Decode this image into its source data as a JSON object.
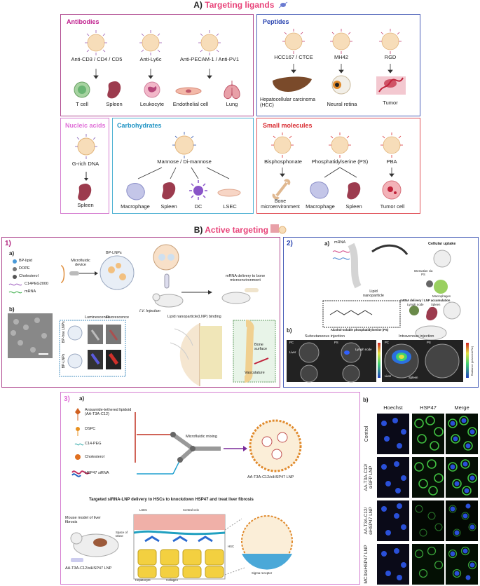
{
  "sectionA": {
    "prefix": "A)",
    "title": "Targeting ligands",
    "antibodies": {
      "header": "Antibodies",
      "ligands": [
        "Anti-CD3 / CD4 / CD5",
        "Anti-Ly6c",
        "Anti-PECAM-1 / Anti-PV1"
      ],
      "targets": [
        "T cell",
        "Spleen",
        "Leukocyte",
        "Endothelial cell",
        "Lung"
      ]
    },
    "peptides": {
      "header": "Peptides",
      "ligands": [
        "HCC167 / CTCE",
        "MH42",
        "RGD"
      ],
      "targets": [
        "Hepatocellular carcinoma (HCC)",
        "Neural retina",
        "Tumor"
      ]
    },
    "nucleic": {
      "header": "Nucleic acids",
      "ligand": "G-rich DNA",
      "target": "Spleen"
    },
    "carbs": {
      "header": "Carbohydrates",
      "ligand": "Mannose / Di-mannose",
      "targets": [
        "Macrophage",
        "Spleen",
        "DC",
        "LSEC"
      ]
    },
    "small": {
      "header": "Small molecules",
      "ligands": [
        "Bisphosphonate",
        "Phosphatidylserine (PS)",
        "PBA"
      ],
      "targets": [
        "Bone microenvironment",
        "Macrophage",
        "Spleen",
        "Tumor cell"
      ]
    }
  },
  "sectionB": {
    "prefix": "B)",
    "title": "Active targeting",
    "panel1": {
      "num": "1)",
      "a": "a)",
      "b": "b)",
      "components": [
        "BP-lipid",
        "DOPE",
        "Cholesterol",
        "C14PEG2000",
        "mRNA"
      ],
      "device": "Microfluidic device",
      "lnp": "BP-LNPs",
      "injection": "I.V. Injection",
      "delivery": "mRNA delivery to bone microenvironment",
      "lum": "Luminescence",
      "flu": "Fluorescence",
      "rowlabels": [
        "BP-free LNPs",
        "BP-LNPs"
      ],
      "binding": "Lipid nanoparticle(LNP) binding",
      "bone_surface": "Bone surface",
      "vasculature": "Vasculature"
    },
    "panel2": {
      "num": "2)",
      "a": "a)",
      "b": "b)",
      "mrna": "mRNA",
      "lipid_np": "Lipid nanoparticle",
      "uptake": "Cellular uptake",
      "interaction": "Interaction via PS",
      "macrophages": "Macrophages",
      "accum": "mRNA delivery / LNP accumulation",
      "lymph": "Lymph node",
      "spleen": "Spleen",
      "ps": "Alcohol-soluble phosphatidylserine (PS)",
      "sc": "Subcutaneous injection",
      "iv": "Intravenous injection",
      "pc": "PC",
      "psl": "PS",
      "liver": "Liver",
      "lymph_node": "Lymph node",
      "radiance": "Radiance (p/sec/cm²/sr)"
    },
    "panel3": {
      "num": "3)",
      "a": "a)",
      "b": "b)",
      "components": [
        "Anisamide-tethered lipidoid (AA-T3A-C12)",
        "DSPC",
        "C14-PEG",
        "Cholesterol",
        "HSP47 siRNA"
      ],
      "mixing": "Microfluidic mixing",
      "lnp": "AA-T3A-C12/siHSP47 LNP",
      "banner": "Targeted siRNA-LNP delivery to HSCs to knockdown HSP47 and treat liver fibrosis",
      "mouse": "Mouse model of liver fibrosis",
      "lnp2": "AA-T3A-C12/siHSP47 LNP",
      "lsec": "LSEC",
      "central_vein": "Central vein",
      "disse": "Space of Disse",
      "hsc": "HSC",
      "hepatocyte": "Hepatocyte",
      "collagen": "Collagen",
      "sigma": "Sigma receptor",
      "cols": [
        "Hoechst",
        "HSP47",
        "Merge"
      ],
      "rows": [
        "Control",
        "AA-T3A-C12/ siGFP LNP",
        "AA-T3A-C12/ siHSP47 LNP",
        "MC3/siHSP47 LNP"
      ]
    }
  }
}
